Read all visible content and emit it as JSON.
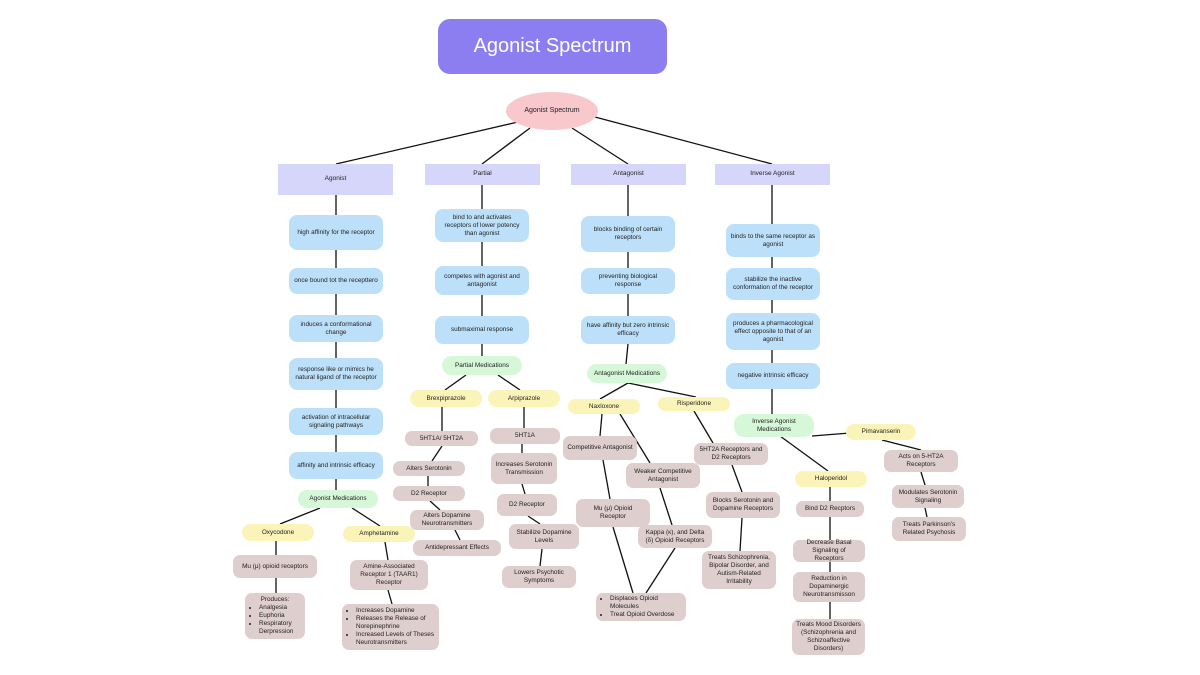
{
  "title": "Agonist Spectrum",
  "root": "Agonist Spectrum",
  "categories": {
    "agonist": "Agonist",
    "partial": "Partial",
    "antagonist": "Antagonist",
    "inverse": "Inverse Agonist"
  },
  "agonist": {
    "steps": [
      "high affinity for the receptor",
      "once bound tot the recepttero",
      "induces a conformational change",
      "response like or mimics he natural ligand of the receptor",
      "activation of intracellular signaling pathways",
      "affinity and intrinsic efficacy"
    ],
    "medications": "Agonist Medications",
    "oxycodone": "Oxycodone",
    "mu_receptors": "Mu (μ) opioid receptors",
    "produces": "Produces:",
    "produces_items": [
      "Analgesia",
      "Euphoria",
      "Respiratory Derpression"
    ],
    "amphetamine": "Amphetamine",
    "taar1": "Amine-Associated Receptor 1 (TAAR1) Receptor",
    "amph_effects": [
      "Increases Dopamine",
      "Releases the Release of Norepinephrine",
      "Increased Levels of Theses Neurotransmitters"
    ]
  },
  "partial": {
    "steps": [
      "bind to and activates receptors of lower potency than agonist",
      "competes with agonist and antagonist",
      "submaximal response"
    ],
    "medications": "Partial Medications",
    "brexpiprazole": "Brexpiprazole",
    "brex_chain": [
      "5HT1A/ 5HT2A",
      "Alters Serotonin",
      "D2 Receptor",
      "Alters Dopamine Neurotransmitters",
      "Antidepressant Effects"
    ],
    "aripiprazole": "Arpiprazole",
    "ari_chain": [
      "5HT1A",
      "Increases Serotonin Transmission",
      "D2 Receptor",
      "Stabilize Dopamine Levels",
      "Lowers Psychotic Symptoms"
    ]
  },
  "antagonist": {
    "steps": [
      "blocks binding of certain receptors",
      "preventing biological response",
      "have affinity but zero intrinsic efficacy"
    ],
    "medications": "Antagonist Medications",
    "naloxone": "Naxloxone",
    "competitive": "Competitive Antagonist",
    "mu_receptor": "Mu (μ) Opioid Receptor",
    "weaker": "Weaker Competitive Antagonist",
    "kappa_delta": "Kappa (κ), and Delta (δ) Opioid Receptors",
    "displaces": [
      "Displaces Opioid Molecules",
      "Treat Opioid Overdose"
    ],
    "risperidone": "Risperidone",
    "risp_chain": [
      "5HT2A Receptors and D2 Receptors",
      "Blocks Serotonin and Dopamine Receptors",
      "Treats Schizophrenia, Bipolar Disorder, and Autism-Related Irritability"
    ]
  },
  "inverse": {
    "steps": [
      "binds to the same receptor as agonist",
      "stabilize the inactive conformation of the receptor",
      "produces a pharmacological effect opposite to that of an agonist",
      "negative intrinsic efficacy"
    ],
    "medications": "Inverse Agonist Medications",
    "haloperidol": "Haloperidol",
    "halo_chain": [
      "Bind D2 Recptors",
      "Decrease Basal Signaling of Receptors",
      "Reduction in Dopaminergic Neurotransmisson",
      "Treats Mood Disorders (Schizophrenia and Schizoaffective Disorders)"
    ],
    "pimavanserin": "Pimavanserin",
    "pima_chain": [
      "Acts on 5-HT2A Receptors",
      "Modulates Serotonin Signaling",
      "Treats Parkinson's Related Psychosis"
    ]
  }
}
